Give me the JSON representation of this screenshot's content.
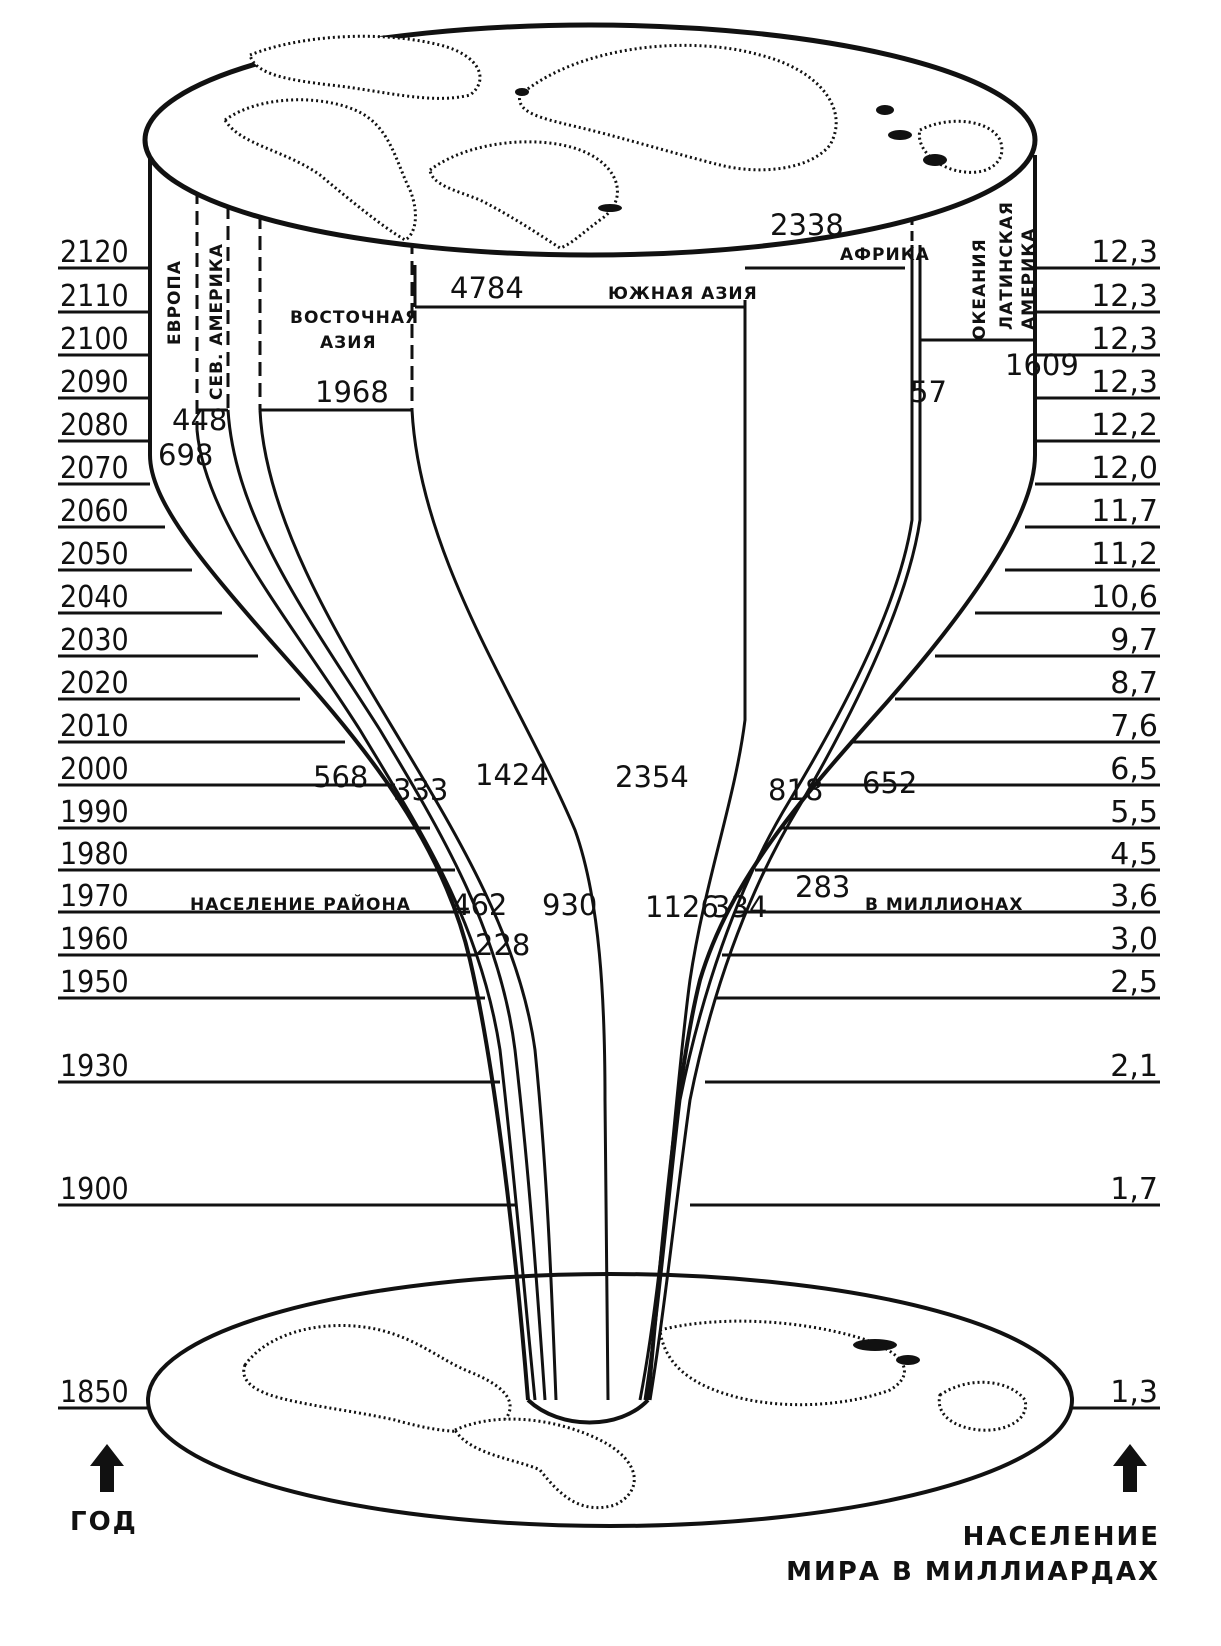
{
  "chart_data": {
    "type": "table",
    "columns": [
      "year",
      "world_population_billions"
    ],
    "rows": [
      [
        "2120",
        "12,3"
      ],
      [
        "2110",
        "12,3"
      ],
      [
        "2100",
        "12,3"
      ],
      [
        "2090",
        "12,3"
      ],
      [
        "2080",
        "12,2"
      ],
      [
        "2070",
        "12,0"
      ],
      [
        "2060",
        "11,7"
      ],
      [
        "2050",
        "11,2"
      ],
      [
        "2040",
        "10,6"
      ],
      [
        "2030",
        "9,7"
      ],
      [
        "2020",
        "8,7"
      ],
      [
        "2010",
        "7,6"
      ],
      [
        "2000",
        "6,5"
      ],
      [
        "1990",
        "5,5"
      ],
      [
        "1980",
        "4,5"
      ],
      [
        "1970",
        "3,6"
      ],
      [
        "1960",
        "3,0"
      ],
      [
        "1950",
        "2,5"
      ],
      [
        "1930",
        "2,1"
      ],
      [
        "1900",
        "1,7"
      ],
      [
        "1850",
        "1,3"
      ]
    ]
  },
  "regions": {
    "europe": "ЕВРОПА",
    "north_america": "СЕВ. АМЕРИКА",
    "east_asia_line1": "ВОСТОЧНАЯ",
    "east_asia_line2": "АЗИЯ",
    "south_asia": "ЮЖНАЯ АЗИЯ",
    "africa": "АФРИКА",
    "oceania": "ОКЕАНИЯ",
    "latin_america_line1": "ЛАТИНСКАЯ",
    "latin_america_line2": "АМЕРИКА"
  },
  "values": {
    "v2338": "2338",
    "v4784": "4784",
    "v1968": "1968",
    "v448": "448",
    "v698": "698",
    "v1609": "1609",
    "v57": "57",
    "v568": "568",
    "v333": "333",
    "v1424": "1424",
    "v2354": "2354",
    "v818": "818",
    "v652": "652",
    "v462": "462",
    "v930": "930",
    "v1126": "1126",
    "v334": "334",
    "v283": "283",
    "v228": "228"
  },
  "captions": {
    "region_pop": "НАСЕЛЕНИЕ РАЙОНА",
    "in_millions": "В МИЛЛИОНАХ",
    "year": "ГОД",
    "world_pop_line1": "НАСЕЛЕНИЕ",
    "world_pop_line2": "МИРА В МИЛЛИАРДАХ"
  }
}
